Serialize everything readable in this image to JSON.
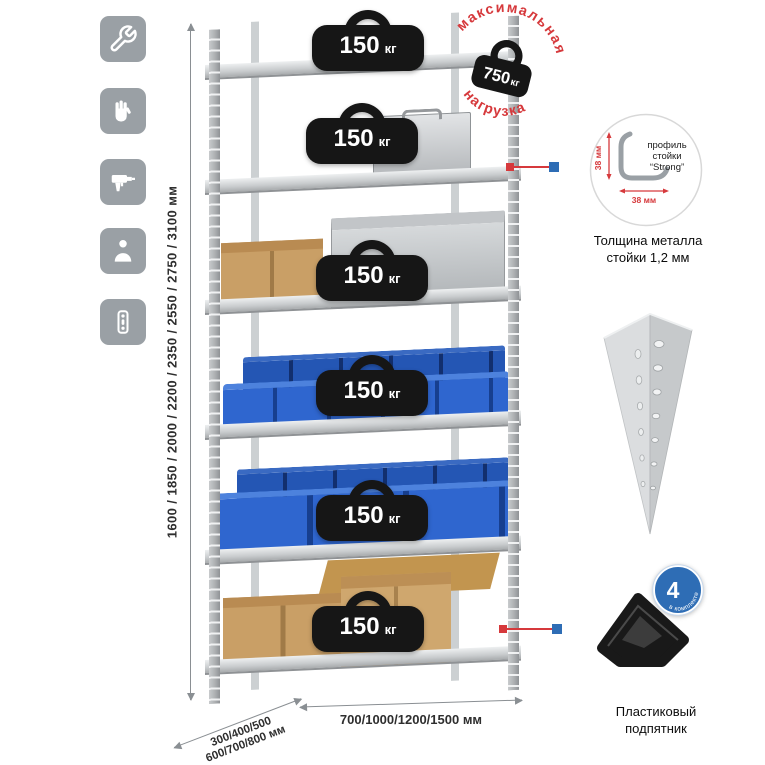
{
  "colors": {
    "accent_red": "#d6393c",
    "accent_blue": "#2e6db5",
    "tile_gray": "#9aa0a5",
    "kettlebell_black": "#161616",
    "bin_blue": "#2f66cf",
    "carton_tan": "#c99f66",
    "metal_gray": "#b5b8ba"
  },
  "icon_sidebar": {
    "items": [
      {
        "icon": "wrench-icon"
      },
      {
        "icon": "glove-icon"
      },
      {
        "icon": "drill-icon"
      },
      {
        "icon": "person-icon"
      },
      {
        "icon": "fasteners-icon"
      }
    ]
  },
  "dimensions": {
    "height": "1600 / 1850 / 2000 / 2200 / 2350 / 2550 / 2750 / 3100 мм",
    "width": "700/1000/1200/1500 мм",
    "depth_line1": "300/400/500",
    "depth_line2": "600/700/800 мм"
  },
  "rack": {
    "shelves": [
      {
        "load_value": "150",
        "load_unit": "кг",
        "contents": "empty"
      },
      {
        "load_value": "150",
        "load_unit": "кг",
        "contents": "aluminum-case"
      },
      {
        "load_value": "150",
        "load_unit": "кг",
        "contents": "metal-box-and-carton"
      },
      {
        "load_value": "150",
        "load_unit": "кг",
        "contents": "blue-bins"
      },
      {
        "load_value": "150",
        "load_unit": "кг",
        "contents": "blue-bins"
      },
      {
        "load_value": "150",
        "load_unit": "кг",
        "contents": "cartons"
      }
    ]
  },
  "max_load_stamp": {
    "arc_top": "максимальная",
    "arc_bottom": "нагрузка",
    "value": "750",
    "unit": "кг"
  },
  "profile_detail": {
    "label_line1": "профиль",
    "label_line2": "стойки",
    "label_line3": "“Strong”",
    "dim_vertical": "38 мм",
    "dim_horizontal": "38 мм",
    "caption_line1": "Толщина металла",
    "caption_line2": "стойки 1,2 мм"
  },
  "foot_detail": {
    "badge_value": "4",
    "badge_text": "в комплекте",
    "caption_line1": "Пластиковый",
    "caption_line2": "подпятник"
  }
}
